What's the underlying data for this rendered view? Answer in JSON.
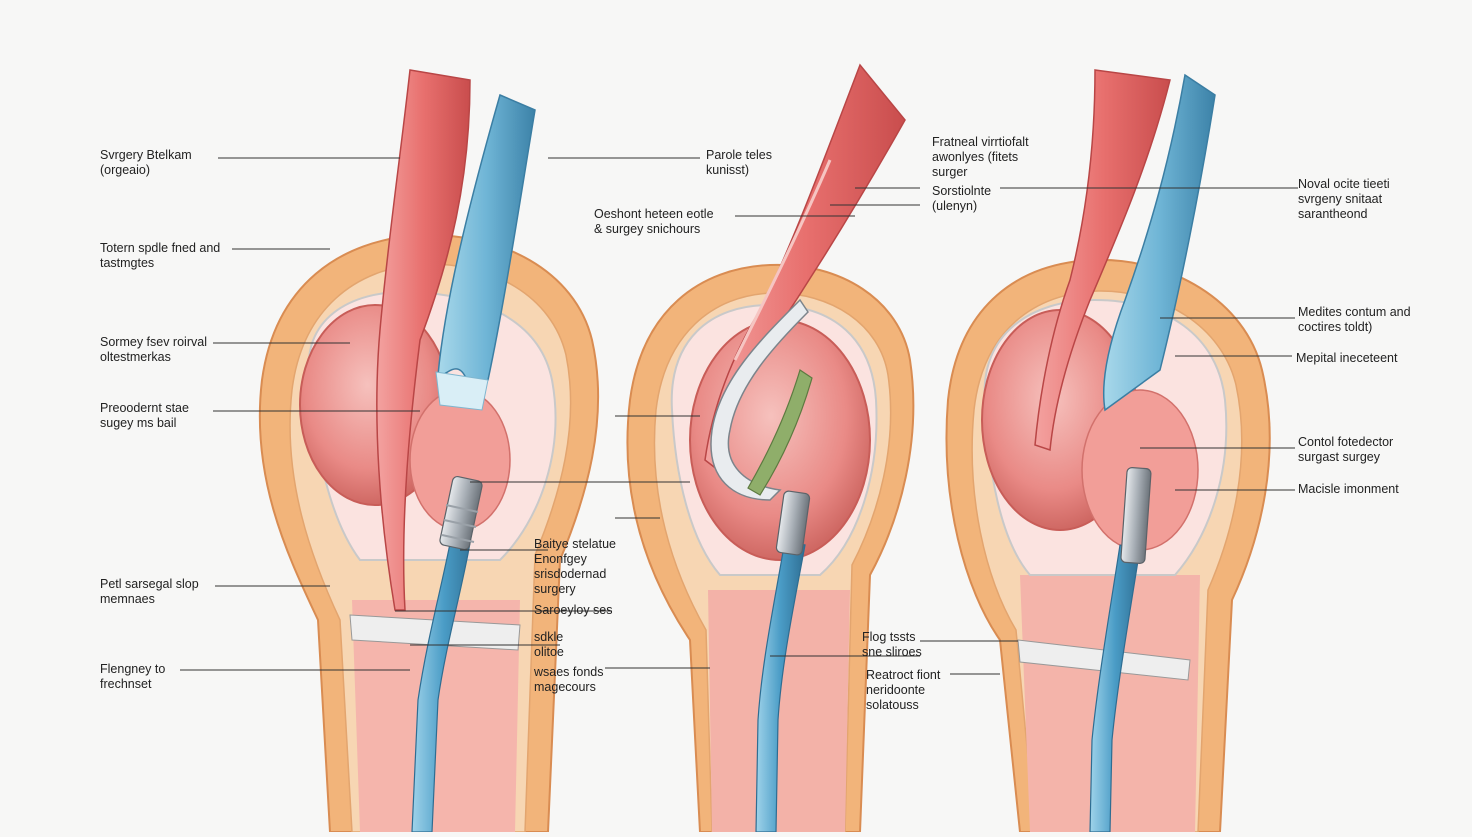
{
  "palette": {
    "skin_outer": "#f2b47a",
    "skin_inner": "#f6cfa3",
    "muscle": "#e97a7a",
    "muscle_dark": "#c9504f",
    "tendon_blue": "#6fb5d6",
    "tendon_blue_dark": "#3f86ad",
    "tissue_pink": "#f4a9a4",
    "metal": "#b8bec4",
    "leader": "#333333"
  },
  "labels": {
    "left_1": "Svrgery Btelkam\n(orgeaio)",
    "left_2": "Totern spdle fned and\ntastmgtes",
    "left_3": "Sormey fsev roirval\noltestmerkas",
    "left_4": "Preoodernt stae\nsugey ms bail",
    "left_5": "Petl sarsegal slop\nmemnaes",
    "left_6": "Flengney to\nfrechnset",
    "mid_top_1": "Parole teles\nkunisst)",
    "mid_top_2": "Oeshont heteen eotle\n& surgey snichours",
    "mid_bot_1": "Baitye stelatue\nEnonfgey\nsrisdodernad\nsurgery",
    "mid_bot_2": "Saroeyloy ses",
    "mid_bot_3": "sdkle\nolitoe",
    "mid_bot_4": "wsaes fonds\nmagecours",
    "center_top_1": "Fratneal virrtiofalt\nawonlyes (fitets\nsurger",
    "center_top_2": "Sorstiolnte\n(ulenyn)",
    "center_bot_1": "Flog tssts\nsne sliroes",
    "center_bot_2": "Reatroct fiont\nneridoonte\nsolatouss",
    "right_1": "Noval ocite tieeti\nsvrgeny snitaat\nsarantheond",
    "right_2": "Medites contum and\ncoctires toldt)",
    "right_3": "Mepital ineceteent",
    "right_4": "Contol fotedector\nsurgast surgey",
    "right_5": "Macisle imonment"
  }
}
